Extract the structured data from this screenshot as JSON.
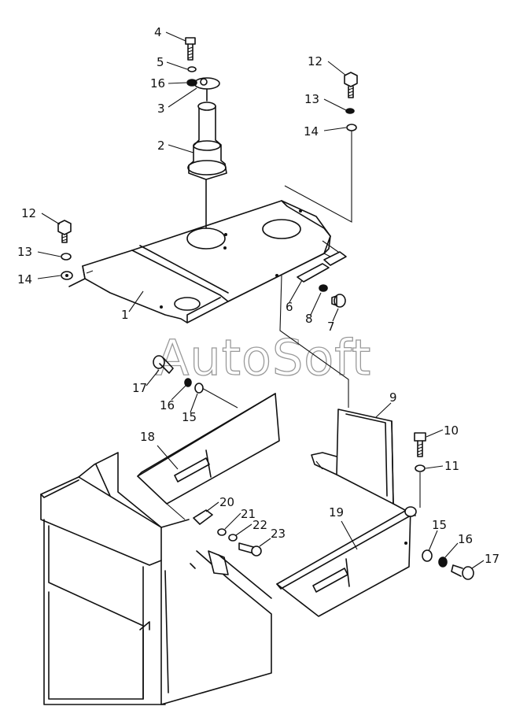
{
  "watermark": "AutoSoft",
  "callouts": {
    "c1": "1",
    "c2": "2",
    "c3": "3",
    "c4": "4",
    "c5": "5",
    "c6": "6",
    "c7": "7",
    "c8": "8",
    "c9": "9",
    "c10": "10",
    "c11": "11",
    "c12a": "12",
    "c12b": "12",
    "c13a": "13",
    "c13b": "13",
    "c14a": "14",
    "c14b": "14",
    "c15a": "15",
    "c15b": "15",
    "c16a": "16",
    "c16b": "16",
    "c16c": "16",
    "c17a": "17",
    "c17b": "17",
    "c18": "18",
    "c19": "19",
    "c20": "20",
    "c21": "21",
    "c22": "22",
    "c23": "23"
  }
}
